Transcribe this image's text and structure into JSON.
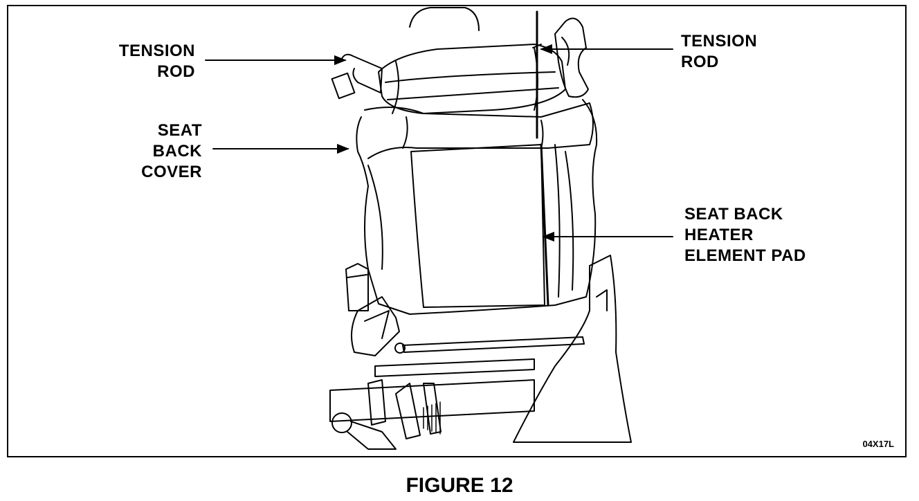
{
  "callouts": {
    "tension_rod_left": {
      "line1": "TENSION",
      "line2": "ROD"
    },
    "tension_rod_right": {
      "line1": "TENSION",
      "line2": "ROD"
    },
    "seat_back_cover": {
      "line1": "SEAT",
      "line2": "BACK",
      "line3": "COVER"
    },
    "heater_pad": {
      "line1": "SEAT BACK",
      "line2": "HEATER",
      "line3": "ELEMENT PAD"
    }
  },
  "reference_code": "04X17L",
  "caption": "FIGURE 12"
}
